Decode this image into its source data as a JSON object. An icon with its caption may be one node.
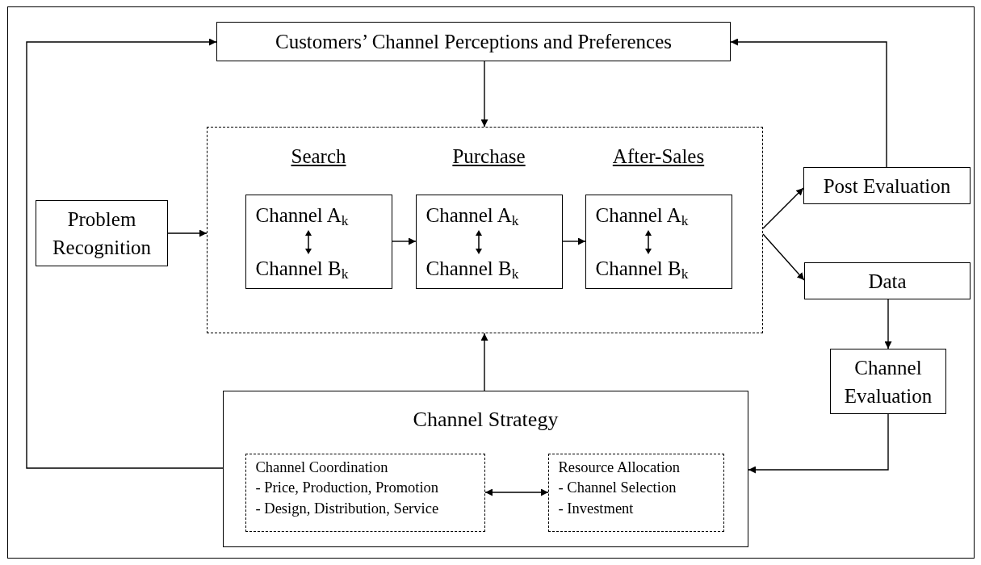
{
  "diagram": {
    "nodes": [
      {
        "text": [
          "Customers’ Channel Perceptions and Preferences"
        ]
      },
      {
        "text": [
          "Problem Recognition"
        ]
      },
      {
        "text": [],
        "shape": "box"
      },
      {
        "text": [
          "Search",
          "Channel A$_{k}$",
          "Channel B$_{k}$"
        ],
        "in": 2
      },
      {
        "text": [
          "Purchase",
          "Channel A$_{k}$",
          "Channel B$_{k}$"
        ],
        "in": 2
      },
      {
        "text": [
          "After-Sales",
          "Channel A$_{k}$",
          "Channel B$_{k}$"
        ],
        "in": 2
      },
      {
        "text": [
          "Post Evaluation"
        ]
      },
      {
        "text": [
          "Data"
        ]
      },
      {
        "text": [
          "Channel Evaluation"
        ]
      },
      {
        "text": [
          "Channel Strategy"
        ]
      },
      {
        "text": [
          "Channel Coordination",
          "- Price, Production, Promotion",
          "- Design, Distribution, Service"
        ],
        "in": 9
      },
      {
        "text": [
          "Resource Allocation",
          "- Channel Selection",
          "- Investment"
        ],
        "in": 9
      }
    ],
    "edges": [
      {
        "from": 0,
        "to": 2,
        "arrow": "to"
      },
      {
        "from": 1,
        "to": 2,
        "arrow": "to"
      },
      {
        "from": 3,
        "to": 4,
        "arrow": "to"
      },
      {
        "from": 4,
        "to": 5,
        "arrow": "to"
      },
      {
        "from": 2,
        "to": 6,
        "arrow": "to"
      },
      {
        "from": 2,
        "to": 7,
        "arrow": "to"
      },
      {
        "from": 6,
        "to": 0,
        "arrow": "to"
      },
      {
        "from": 7,
        "to": 8,
        "arrow": "to"
      },
      {
        "from": 8,
        "to": 9,
        "arrow": "to"
      },
      {
        "from": 9,
        "to": 2,
        "arrow": "to"
      },
      {
        "from": 9,
        "to": 0,
        "arrow": "to"
      },
      {
        "from": 10,
        "to": 11,
        "arrow": "both"
      }
    ]
  }
}
